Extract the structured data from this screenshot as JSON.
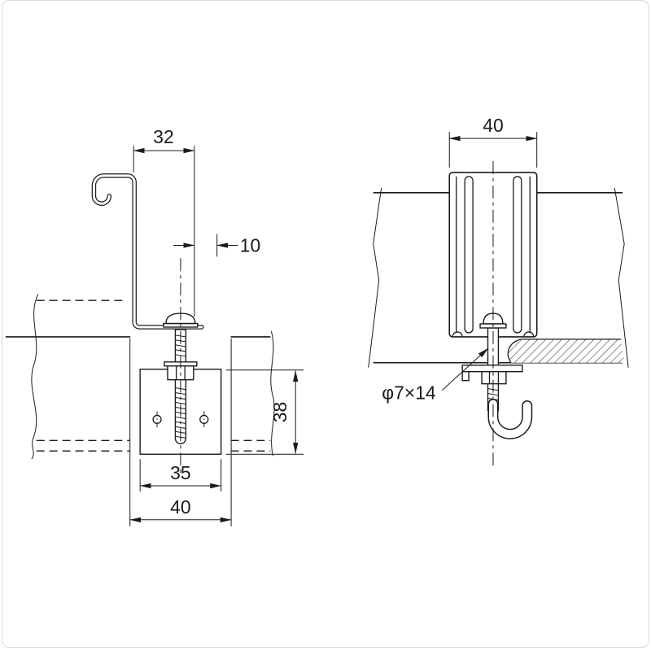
{
  "colors": {
    "line": "#1a1a1a",
    "background": "#ffffff"
  },
  "left_view": {
    "dim_width_top": "32",
    "dim_offset": "10",
    "dim_plate_height": "38",
    "dim_plate_width": "35",
    "dim_base_width": "40"
  },
  "right_view": {
    "dim_channel_width": "40",
    "bolt_spec_label": "φ7×14"
  }
}
